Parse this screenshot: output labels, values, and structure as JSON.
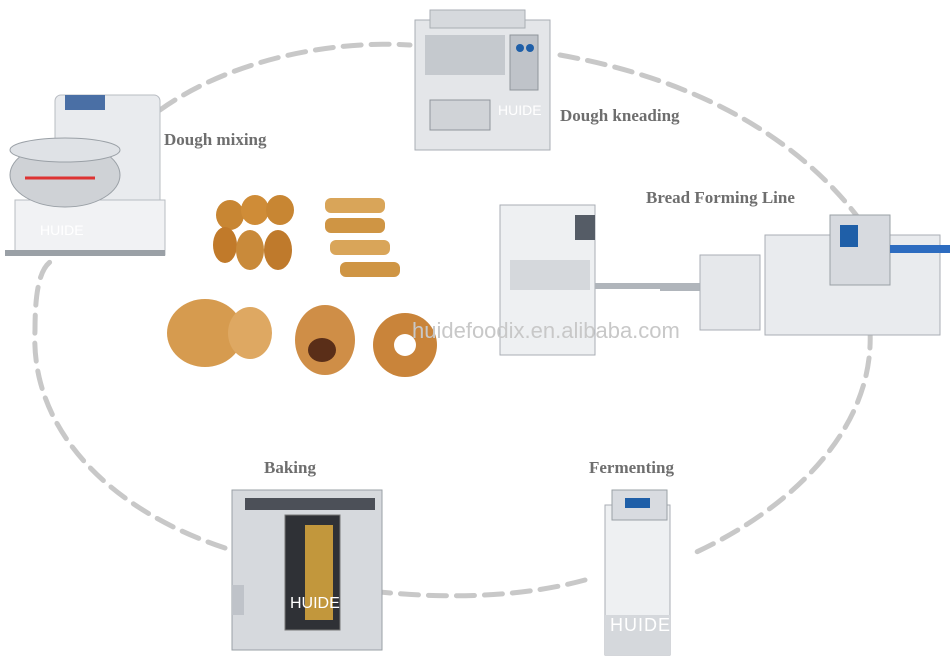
{
  "steps": {
    "mixing": "Dough mixing",
    "kneading": "Dough kneading",
    "forming": "Bread Forming Line",
    "baking": "Baking",
    "fermenting": "Fermenting"
  },
  "watermark": {
    "site": "huidefoodix.en.alibaba.com",
    "brand": "HUIDE"
  },
  "colors": {
    "label": "#6e6e6e",
    "dash": "#c8c8c8",
    "steel": "#c9ccd1",
    "accent": "#1f5fa8"
  }
}
